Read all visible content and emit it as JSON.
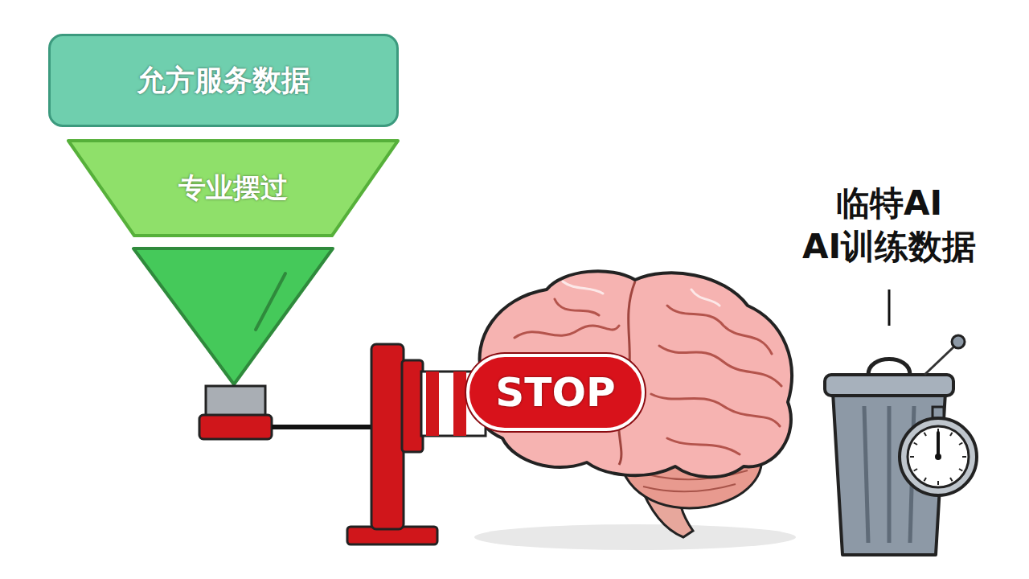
{
  "diagram": {
    "nodes": [
      {
        "text": [
          "允方服务数据"
        ]
      },
      {
        "text": [
          "专业摆过"
        ]
      },
      {
        "text": [
          "STOP"
        ]
      }
    ],
    "labels": [
      "临特AI",
      "AI训练数据"
    ]
  }
}
